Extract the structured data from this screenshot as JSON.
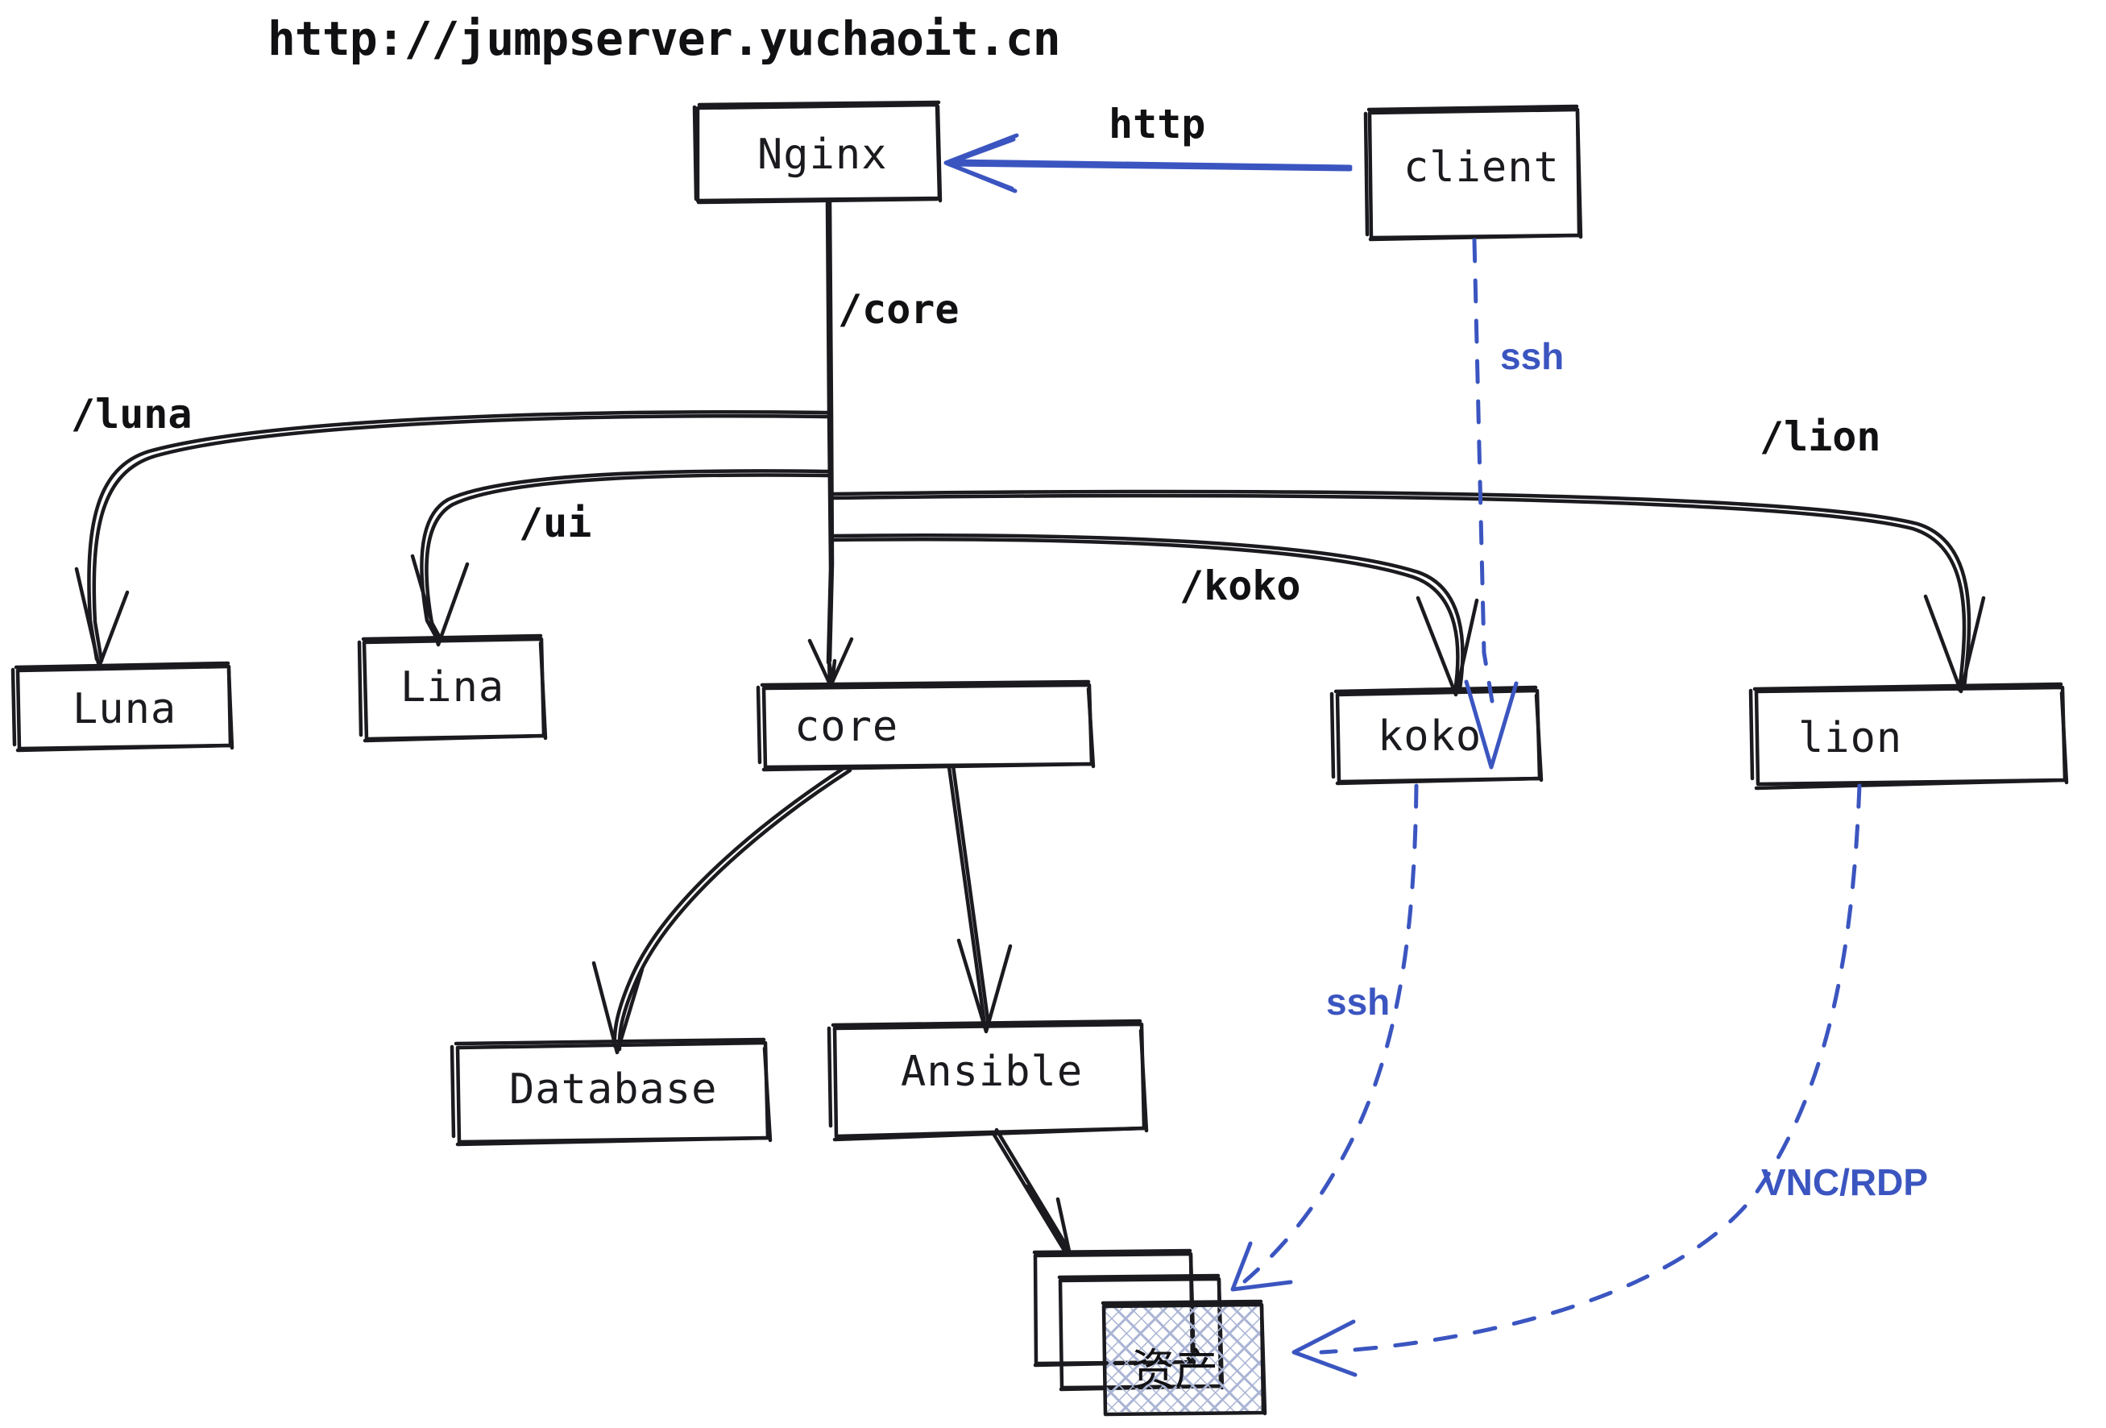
{
  "diagram": {
    "title": "http://jumpserver.yuchaoit.cn",
    "colors": {
      "stroke": "#1b1b1f",
      "accent_blue": "#3b55c0",
      "hatch": "#aab4d4",
      "background": "#ffffff"
    },
    "nodes": [
      {
        "id": "nginx",
        "label": "Nginx"
      },
      {
        "id": "client",
        "label": "client"
      },
      {
        "id": "luna",
        "label": "Luna"
      },
      {
        "id": "lina",
        "label": "Lina"
      },
      {
        "id": "core",
        "label": "core"
      },
      {
        "id": "koko",
        "label": "koko"
      },
      {
        "id": "lion",
        "label": "lion"
      },
      {
        "id": "database",
        "label": "Database"
      },
      {
        "id": "ansible",
        "label": "Ansible"
      },
      {
        "id": "assets",
        "label": "资产"
      }
    ],
    "edge_labels": [
      {
        "id": "http",
        "text": "http",
        "style": "black"
      },
      {
        "id": "core",
        "text": "/core",
        "style": "black"
      },
      {
        "id": "luna",
        "text": "/luna",
        "style": "black"
      },
      {
        "id": "ui",
        "text": "/ui",
        "style": "black"
      },
      {
        "id": "koko",
        "text": "/koko",
        "style": "black"
      },
      {
        "id": "lion",
        "text": "/lion",
        "style": "black"
      },
      {
        "id": "ssh_top",
        "text": "ssh",
        "style": "blue"
      },
      {
        "id": "ssh_bot",
        "text": "ssh",
        "style": "blue"
      },
      {
        "id": "vnc_rdp",
        "text": "VNC/RDP",
        "style": "blue"
      }
    ]
  }
}
